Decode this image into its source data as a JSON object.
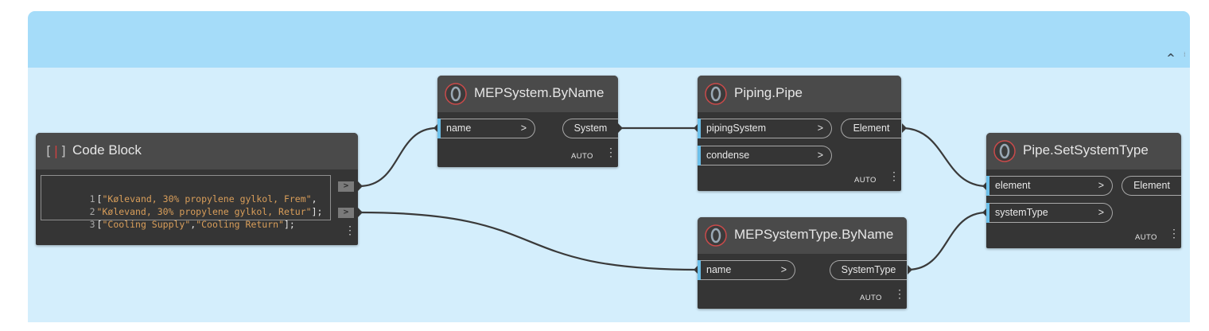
{
  "group": {
    "collapse_glyph": "^",
    "grip_glyph": "⁞"
  },
  "icons": {
    "dynamo_node": "dynamo-ring-icon",
    "code_block": "code-brackets-icon",
    "collapse": "chevron-up-icon",
    "menu": "kebab-menu-icon"
  },
  "colors": {
    "group_header": "#a5dcf9",
    "group_body": "#d4eefc",
    "node_body": "#353535",
    "node_header": "#4a4a4a",
    "port_accent": "#6cc0ea",
    "code_string": "#d99e5a",
    "wire": "#3a3a3a"
  },
  "nodes": {
    "code_block": {
      "title": "Code Block",
      "icon_left": "[",
      "icon_right": "]",
      "lines": [
        {
          "num": "1",
          "parts": [
            {
              "t": "[",
              "k": "pn"
            },
            {
              "t": "\"Kølevand, 30% propylene gylkol, Frem\"",
              "k": "tx"
            },
            {
              "t": ",",
              "k": "pn"
            }
          ]
        },
        {
          "num": "2",
          "parts": [
            {
              "t": "\"Kølevand, 30% propylene gylkol, Retur\"",
              "k": "tx"
            },
            {
              "t": "];",
              "k": "pn"
            }
          ]
        },
        {
          "num": "3",
          "parts": [
            {
              "t": "[",
              "k": "pn"
            },
            {
              "t": "\"Cooling Supply\"",
              "k": "tx"
            },
            {
              "t": ",",
              "k": "pn"
            },
            {
              "t": "\"Cooling Return\"",
              "k": "tx"
            },
            {
              "t": "];",
              "k": "pn"
            }
          ]
        }
      ],
      "outputs": [
        ">",
        ">"
      ],
      "menu": "⋮"
    },
    "mep_system": {
      "title": "MEPSystem.ByName",
      "inputs": [
        {
          "label": "name",
          "chevron": ">"
        }
      ],
      "outputs": [
        {
          "label": "System"
        }
      ],
      "lacing": "AUTO",
      "menu": "⋮"
    },
    "piping_pipe": {
      "title": "Piping.Pipe",
      "inputs": [
        {
          "label": "pipingSystem",
          "chevron": ">"
        },
        {
          "label": "condense",
          "chevron": ">"
        }
      ],
      "outputs": [
        {
          "label": "Element"
        }
      ],
      "lacing": "AUTO",
      "menu": "⋮"
    },
    "mep_system_type": {
      "title": "MEPSystemType.ByName",
      "inputs": [
        {
          "label": "name",
          "chevron": ">"
        }
      ],
      "outputs": [
        {
          "label": "SystemType"
        }
      ],
      "lacing": "AUTO",
      "menu": "⋮"
    },
    "set_system_type": {
      "title": "Pipe.SetSystemType",
      "inputs": [
        {
          "label": "element",
          "chevron": ">"
        },
        {
          "label": "systemType",
          "chevron": ">"
        }
      ],
      "outputs": [
        {
          "label": "Element"
        }
      ],
      "lacing": "AUTO",
      "menu": "⋮"
    }
  }
}
